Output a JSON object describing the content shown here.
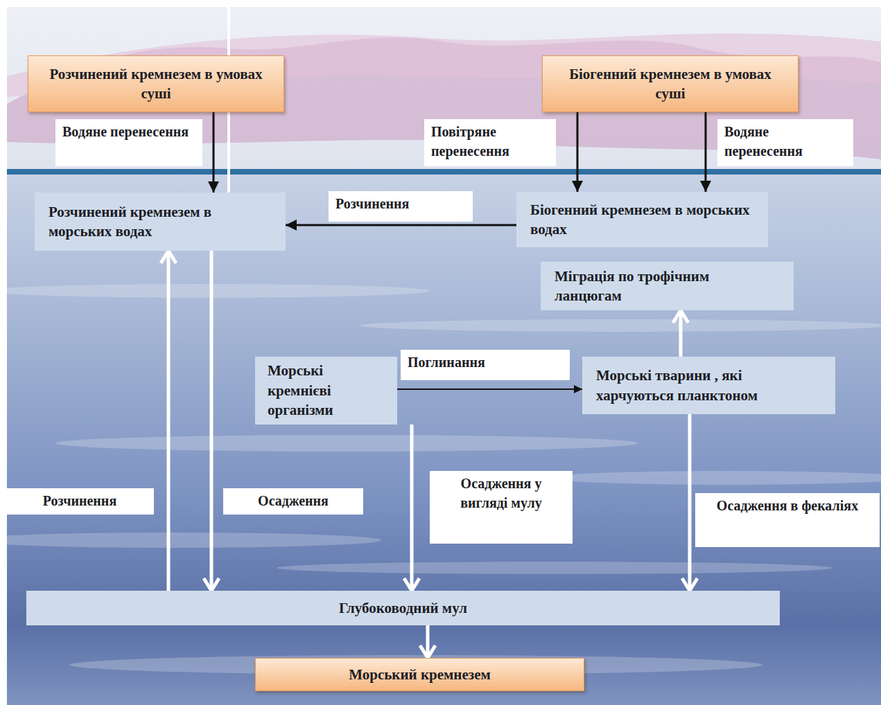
{
  "diagram": {
    "nodes": [
      {
        "text": [
          "Розчинений кремнезем в умовах суші"
        ]
      },
      {
        "text": [
          "Біогенний кремнезем в умовах суші"
        ]
      },
      {
        "text": [
          "Розчинений кремнезем в морських водах"
        ]
      },
      {
        "text": [
          "Біогенний кремнезем в морських водах"
        ]
      },
      {
        "text": [
          "Міграція по трофічним ланцюгам"
        ]
      },
      {
        "text": [
          "Морські кремнієві організми"
        ]
      },
      {
        "text": [
          "Морські тварини , які харчуються планктоном"
        ]
      },
      {
        "text": [
          "Глубоководний мул"
        ]
      },
      {
        "text": [
          "Морський кремнезем"
        ]
      }
    ],
    "edges": [
      {
        "from": 0,
        "to": 2,
        "label": "Водяне перенесення",
        "arrow": "to"
      },
      {
        "from": 1,
        "to": 3,
        "label": "Повітряне перенесення",
        "arrow": "to"
      },
      {
        "from": 1,
        "to": 3,
        "label": "Водяне перенесення",
        "arrow": "to"
      },
      {
        "from": 3,
        "to": 2,
        "label": "Розчинення",
        "arrow": "to"
      },
      {
        "from": 7,
        "to": 2,
        "label": "Розчинення",
        "arrow": "to"
      },
      {
        "from": 2,
        "to": 7,
        "label": "Осадження",
        "arrow": "to"
      },
      {
        "from": 5,
        "to": 6,
        "label": "Поглинання",
        "arrow": "to"
      },
      {
        "from": 5,
        "to": 7,
        "label": "Осадження у вигляді мулу",
        "arrow": "to"
      },
      {
        "from": 6,
        "to": 4,
        "arrow": "to"
      },
      {
        "from": 6,
        "to": 7,
        "label": "Осадження в фекаліях",
        "arrow": "to"
      },
      {
        "from": 7,
        "to": 8,
        "arrow": "to"
      }
    ]
  }
}
